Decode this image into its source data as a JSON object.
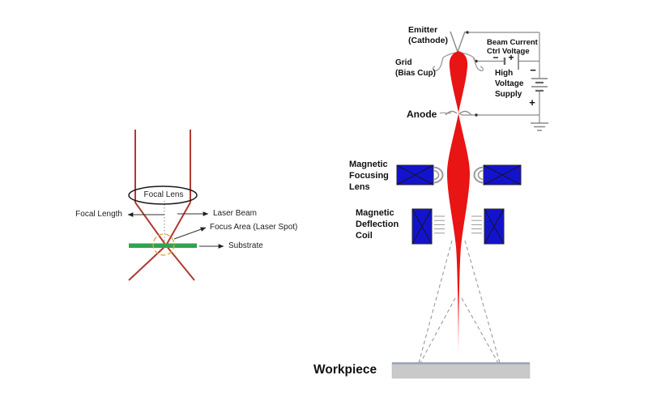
{
  "laser_diagram": {
    "focal_lens": "Focal Lens",
    "focal_length": "Focal Length",
    "laser_beam": "Laser Beam",
    "focus_area": "Focus Area (Laser Spot)",
    "substrate": "Substrate"
  },
  "ebeam_diagram": {
    "emitter": "Emitter\n(Cathode)",
    "grid": "Grid\n(Bias Cup)",
    "beam_current": "Beam Current\nCtrl Voltage",
    "ctrl_minus": "−",
    "ctrl_plus": "+",
    "hv_supply": "High\nVoltage\nSupply",
    "hv_minus": "−",
    "hv_plus": "+",
    "anode": "Anode",
    "focusing_lens": "Magnetic\nFocusing\nLens",
    "deflection_coil": "Magnetic\nDeflection\nCoil",
    "workpiece": "Workpiece"
  },
  "colors": {
    "beam_red": "#E91414",
    "coil_blue": "#1313CE",
    "substrate_green": "#2EA44E",
    "laser_line_red": "#B03A30",
    "focus_ring_yellow": "#DDA62E",
    "wire_gray": "#8A8A8A",
    "workpiece_gray": "#C9C9C9"
  }
}
